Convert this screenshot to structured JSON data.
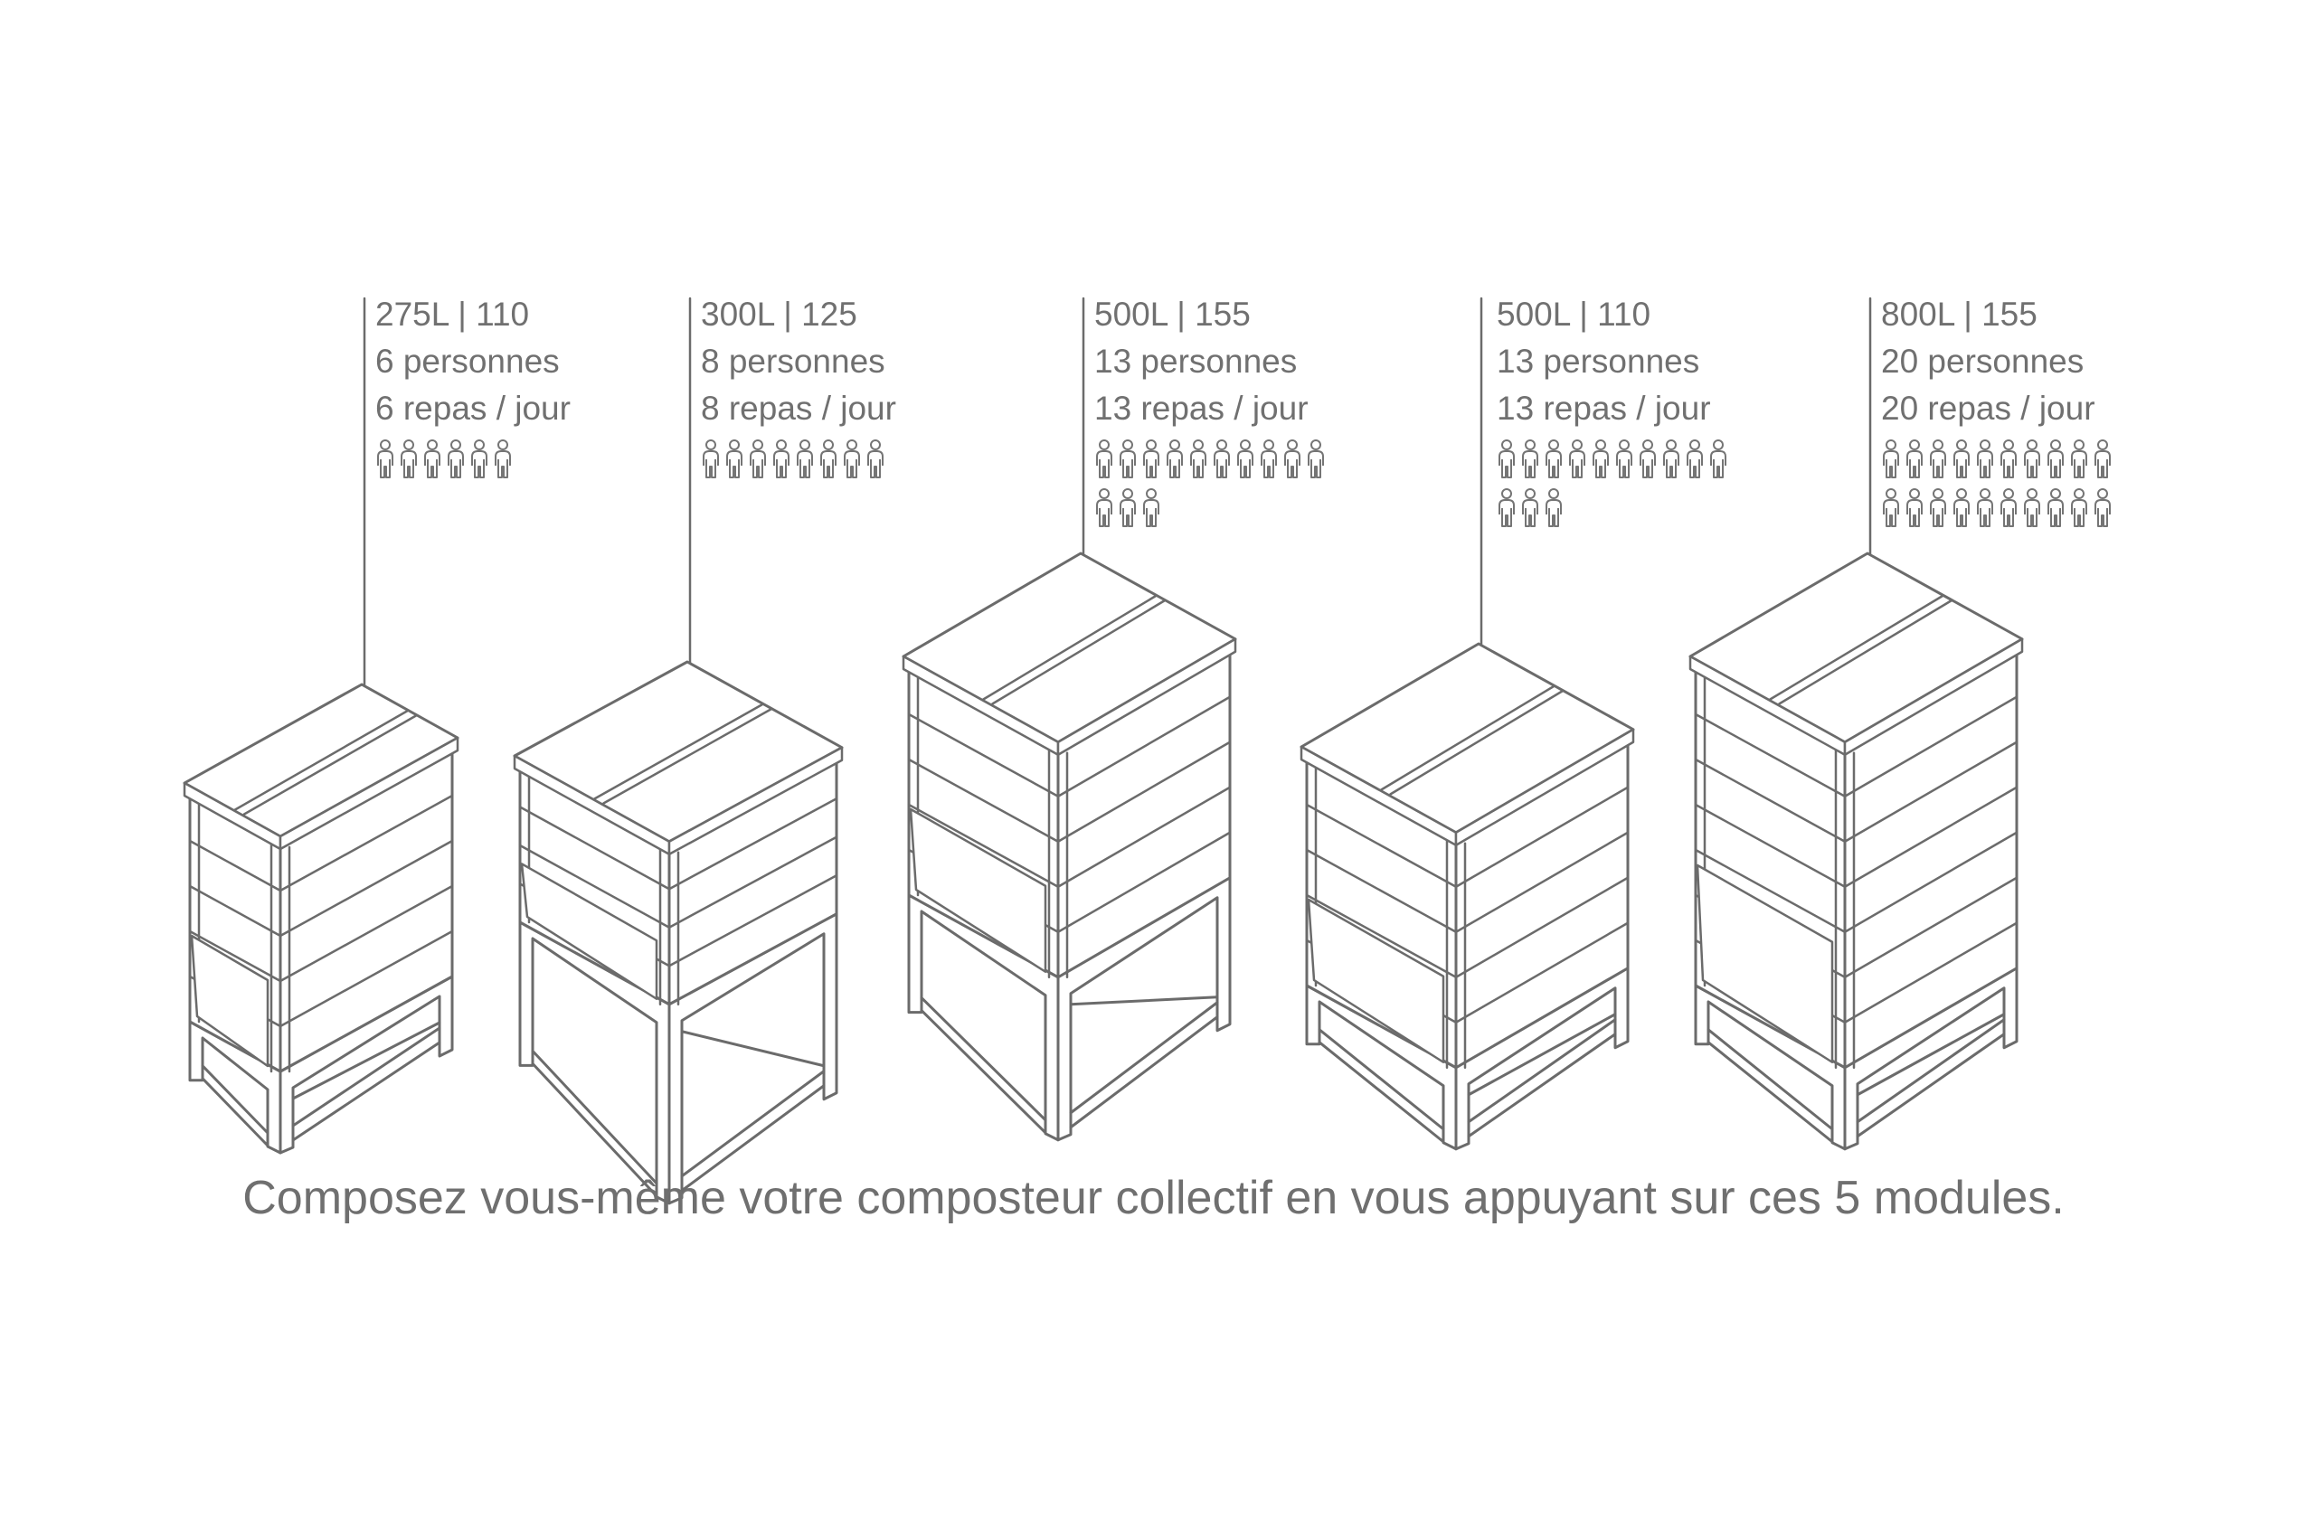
{
  "modules": [
    {
      "spec": "275L | 110",
      "people": "6 personnes",
      "meals": "6 repas / jour",
      "people_count": 6,
      "type": "small",
      "stand": false
    },
    {
      "spec": "300L | 125",
      "people": "8 personnes",
      "meals": "8 repas / jour",
      "people_count": 8,
      "type": "wide",
      "stand": true
    },
    {
      "spec": "500L | 155",
      "people": "13 personnes",
      "meals": "13 repas / jour",
      "people_count": 13,
      "type": "tall",
      "stand": true
    },
    {
      "spec": "500L | 110",
      "people": "13 personnes",
      "meals": "13 repas / jour",
      "people_count": 13,
      "type": "wide",
      "stand": false
    },
    {
      "spec": "800L | 155",
      "people": "20 personnes",
      "meals": "20 repas / jour",
      "people_count": 20,
      "type": "tall",
      "stand": false
    }
  ],
  "caption": "Composez vous-même votre composteur collectif en vous appuyant sur ces 5 modules.",
  "colors": {
    "line": "#6b6b6b",
    "text": "#707070",
    "background": "#ffffff"
  }
}
